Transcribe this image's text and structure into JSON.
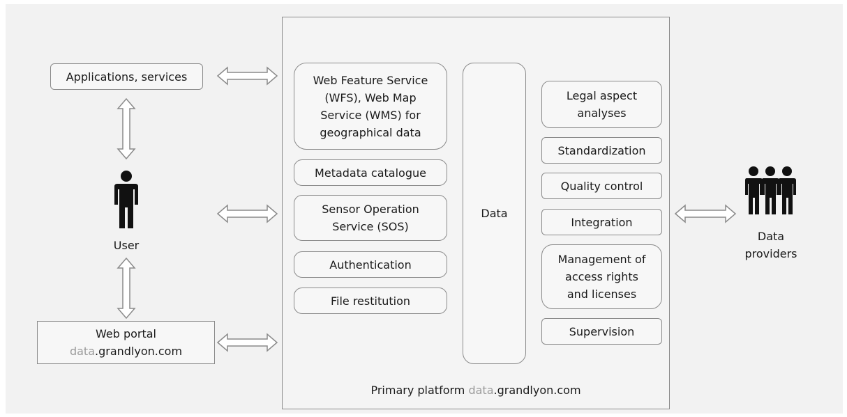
{
  "left": {
    "applications": "Applications, services",
    "user": "User",
    "portal_title": "Web portal",
    "portal_domain_prefix": "data",
    "portal_domain_rest": ".grandlyon.com"
  },
  "services": {
    "wfs": [
      "Web Feature Service",
      "(WFS), Web Map",
      "Service (WMS) for",
      "geographical data"
    ],
    "metadata": "Metadata catalogue",
    "sos": [
      "Sensor Operation",
      "Service (SOS)"
    ],
    "auth": "Authentication",
    "file": "File restitution"
  },
  "data_column": "Data",
  "processes": {
    "legal": [
      "Legal aspect",
      "analyses"
    ],
    "standardization": "Standardization",
    "quality": "Quality control",
    "integration": "Integration",
    "management": [
      "Management of",
      "access rights",
      "and licenses"
    ],
    "supervision": "Supervision"
  },
  "platform": {
    "prefix": "Primary platform ",
    "domain_prefix": "data",
    "domain_rest": ".grandlyon.com"
  },
  "providers": [
    "Data",
    "providers"
  ],
  "colors": {
    "border": "#8a8a8a",
    "muted_text": "#9a9a9a",
    "background": "#f2f2f2"
  }
}
